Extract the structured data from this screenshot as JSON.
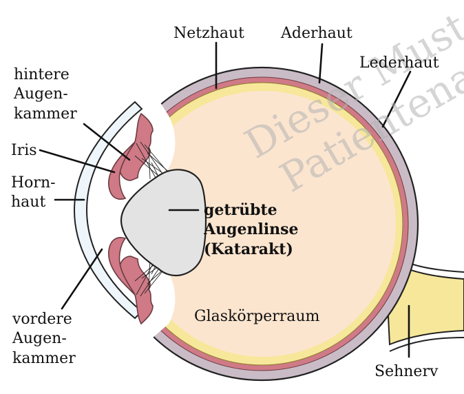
{
  "labels": {
    "netzhaut": "Netzhaut",
    "aderhaut": "Aderhaut",
    "lederhaut": "Lederhaut",
    "hintere_augenkammer": [
      "hintere",
      "Augen-",
      "kammer"
    ],
    "iris": "Iris",
    "hornhaut": [
      "Horn-",
      "haut"
    ],
    "vordere_augenkammer": [
      "vordere",
      "Augen-",
      "kammer"
    ],
    "augenlinse": [
      "getrübte",
      "Augenlinse",
      "(Katarakt)"
    ],
    "glaskoerperraum": "Glaskörperraum",
    "sehnerv": "Sehnerv"
  },
  "watermark": [
    "Dieser Muster",
    "Patientenaufk"
  ],
  "colors": {
    "sclera": "#c9bcc6",
    "choroid": "#cf7a86",
    "retina": "#f6e79a",
    "vitreous": "#fce5cf",
    "lens": "#e3e3e3",
    "cornea": "#eef6fb",
    "outline": "#222222"
  }
}
